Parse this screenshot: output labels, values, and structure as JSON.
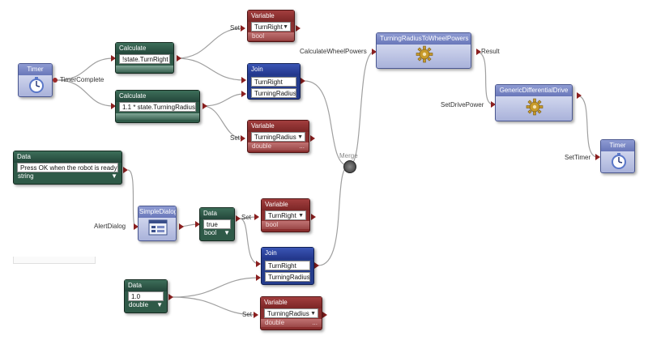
{
  "nodes": {
    "timer1": {
      "title": "Timer"
    },
    "calc1": {
      "title": "Calculate",
      "expr": "!state.TurnRight"
    },
    "calc2": {
      "title": "Calculate",
      "expr": "1.1 * state.TurningRadius"
    },
    "var1": {
      "title": "Variable",
      "value": "TurnRight",
      "type": "bool",
      "more": "..."
    },
    "join1": {
      "title": "Join",
      "f1": "TurnRight",
      "f2": "TurningRadius"
    },
    "var2": {
      "title": "Variable",
      "value": "TurningRadius",
      "type": "double",
      "more": "..."
    },
    "turnsvc": {
      "title": "TurningRadiusToWheelPowers"
    },
    "drivesvc": {
      "title": "GenericDifferentialDrive"
    },
    "timer2": {
      "title": "Timer"
    },
    "data1": {
      "title": "Data",
      "value": "Press OK when the robot is ready",
      "type": "string"
    },
    "dialog": {
      "title": "SimpleDialog"
    },
    "data2": {
      "title": "Data",
      "value": "true",
      "type": "bool"
    },
    "var3": {
      "title": "Variable",
      "value": "TurnRight",
      "type": "bool",
      "more": "..."
    },
    "join2": {
      "title": "Join",
      "f1": "TurnRight",
      "f2": "TurningRadius"
    },
    "data3": {
      "title": "Data",
      "value": "1.0",
      "type": "double"
    },
    "var4": {
      "title": "Variable",
      "value": "TurningRadius",
      "type": "double",
      "more": "..."
    },
    "merge": {
      "title": "Merge"
    }
  },
  "labels": {
    "timer_complete": "TimerComplete",
    "set1": "Set",
    "set2": "Set",
    "set3": "Set",
    "set4": "Set",
    "calc_wheel": "CalculateWheelPowers",
    "result": "Result",
    "set_drive": "SetDrivePower",
    "set_timer": "SetTimer",
    "alert_dialog": "AlertDialog"
  },
  "colors": {
    "wire": "#9a9a9a",
    "port": "#8b1f1f",
    "calc": "#2f5a48",
    "variable": "#8a2f2f",
    "join": "#253c8c",
    "service": "#a9b2da"
  },
  "icons": {
    "timer": "stopwatch-icon",
    "service": "gear-icon",
    "dialog": "dialog-window-icon",
    "dropdown": "chevron-down-icon"
  }
}
